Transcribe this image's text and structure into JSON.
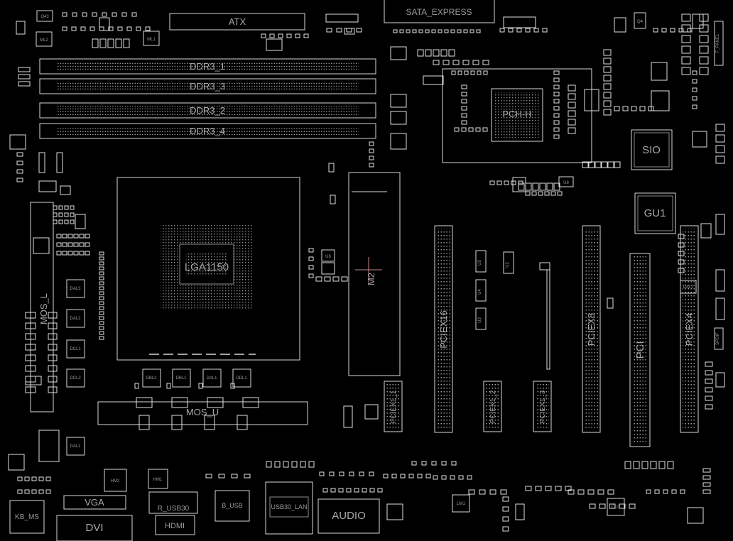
{
  "title": "",
  "components": {
    "atx": "ATX",
    "sata": "SATA_EXPRESS",
    "ddr": [
      "DDR3_1",
      "DDR3_3",
      "DDR3_2",
      "DDR3_4"
    ],
    "cpu": "LGA1150",
    "pch": "PCH-H",
    "sio": "SIO",
    "gu1": "GU1",
    "m2": "M2",
    "pciex16": "PCIEX16",
    "pciex8": "PCIEX8",
    "pci": "PCI",
    "pciex4": "PCIEX4",
    "pciex1_1": "PCIEX1_1",
    "pciex1_2": "PCIEX1_2",
    "pciex1_3": "PCIEX1_3",
    "mos_l": "MOS_L",
    "mos_u": "MOS_U",
    "vga": "VGA",
    "dvi": "DVI",
    "hdmi": "HDMI",
    "r_usb30": "R_USB30",
    "b_usb": "B_USB",
    "usb_lan": "USB30_LAN",
    "audio": "AUDIO",
    "kb_ms": "KB_MS"
  },
  "small_labels": {
    "q43": "Q43",
    "ml2": "ML2",
    "ml1": "ML1",
    "q4": "Q4",
    "hm2": "HM2",
    "hm1": "HM1",
    "u6": "U6",
    "u2": "U2",
    "u3": "U3",
    "u4": "U4",
    "u5": "U5",
    "dal3": "DAL3",
    "dal2": "DAL2",
    "dcl1": "DCL1",
    "dcl2": "DCL2",
    "dal1": "DAL1",
    "dbl2": "DBL2",
    "dbl1": "DBL1",
    "dal1b": "DAL1",
    "ddl1": "DDL1",
    "lm1": "LM1",
    "cu1": "CU1",
    "u8": "U8",
    "dall": "DAL1",
    "f_panel": "F_PANEL",
    "spdif": "SPDIF"
  }
}
